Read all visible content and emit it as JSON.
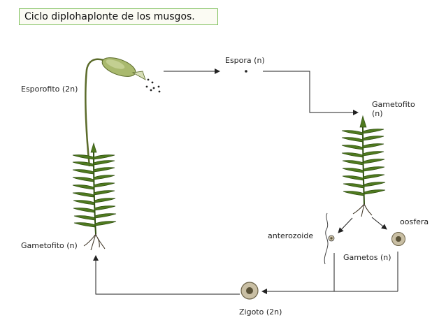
{
  "title": "Ciclo diplohaplonte de los musgos.",
  "labels": {
    "espora": "Espora (n)",
    "esporofito": "Esporofito (2n)",
    "gametofito_right_line1": "Gametofito",
    "gametofito_right_line2": "(n)",
    "gametofito_left": "Gametofito (n)",
    "oosfera": "oosfera",
    "anterozoide": "anterozoide",
    "gametos": "Gametos (n)",
    "zigoto": "Zigoto (2n)"
  },
  "colors": {
    "leaf": "#4f7a1f",
    "leaf_dark": "#2f4f10",
    "capsule": "#a9b96e",
    "cell_fill": "#c9bfa4",
    "cell_nucleus": "#5a5238",
    "title_border": "#7cbf5a"
  }
}
